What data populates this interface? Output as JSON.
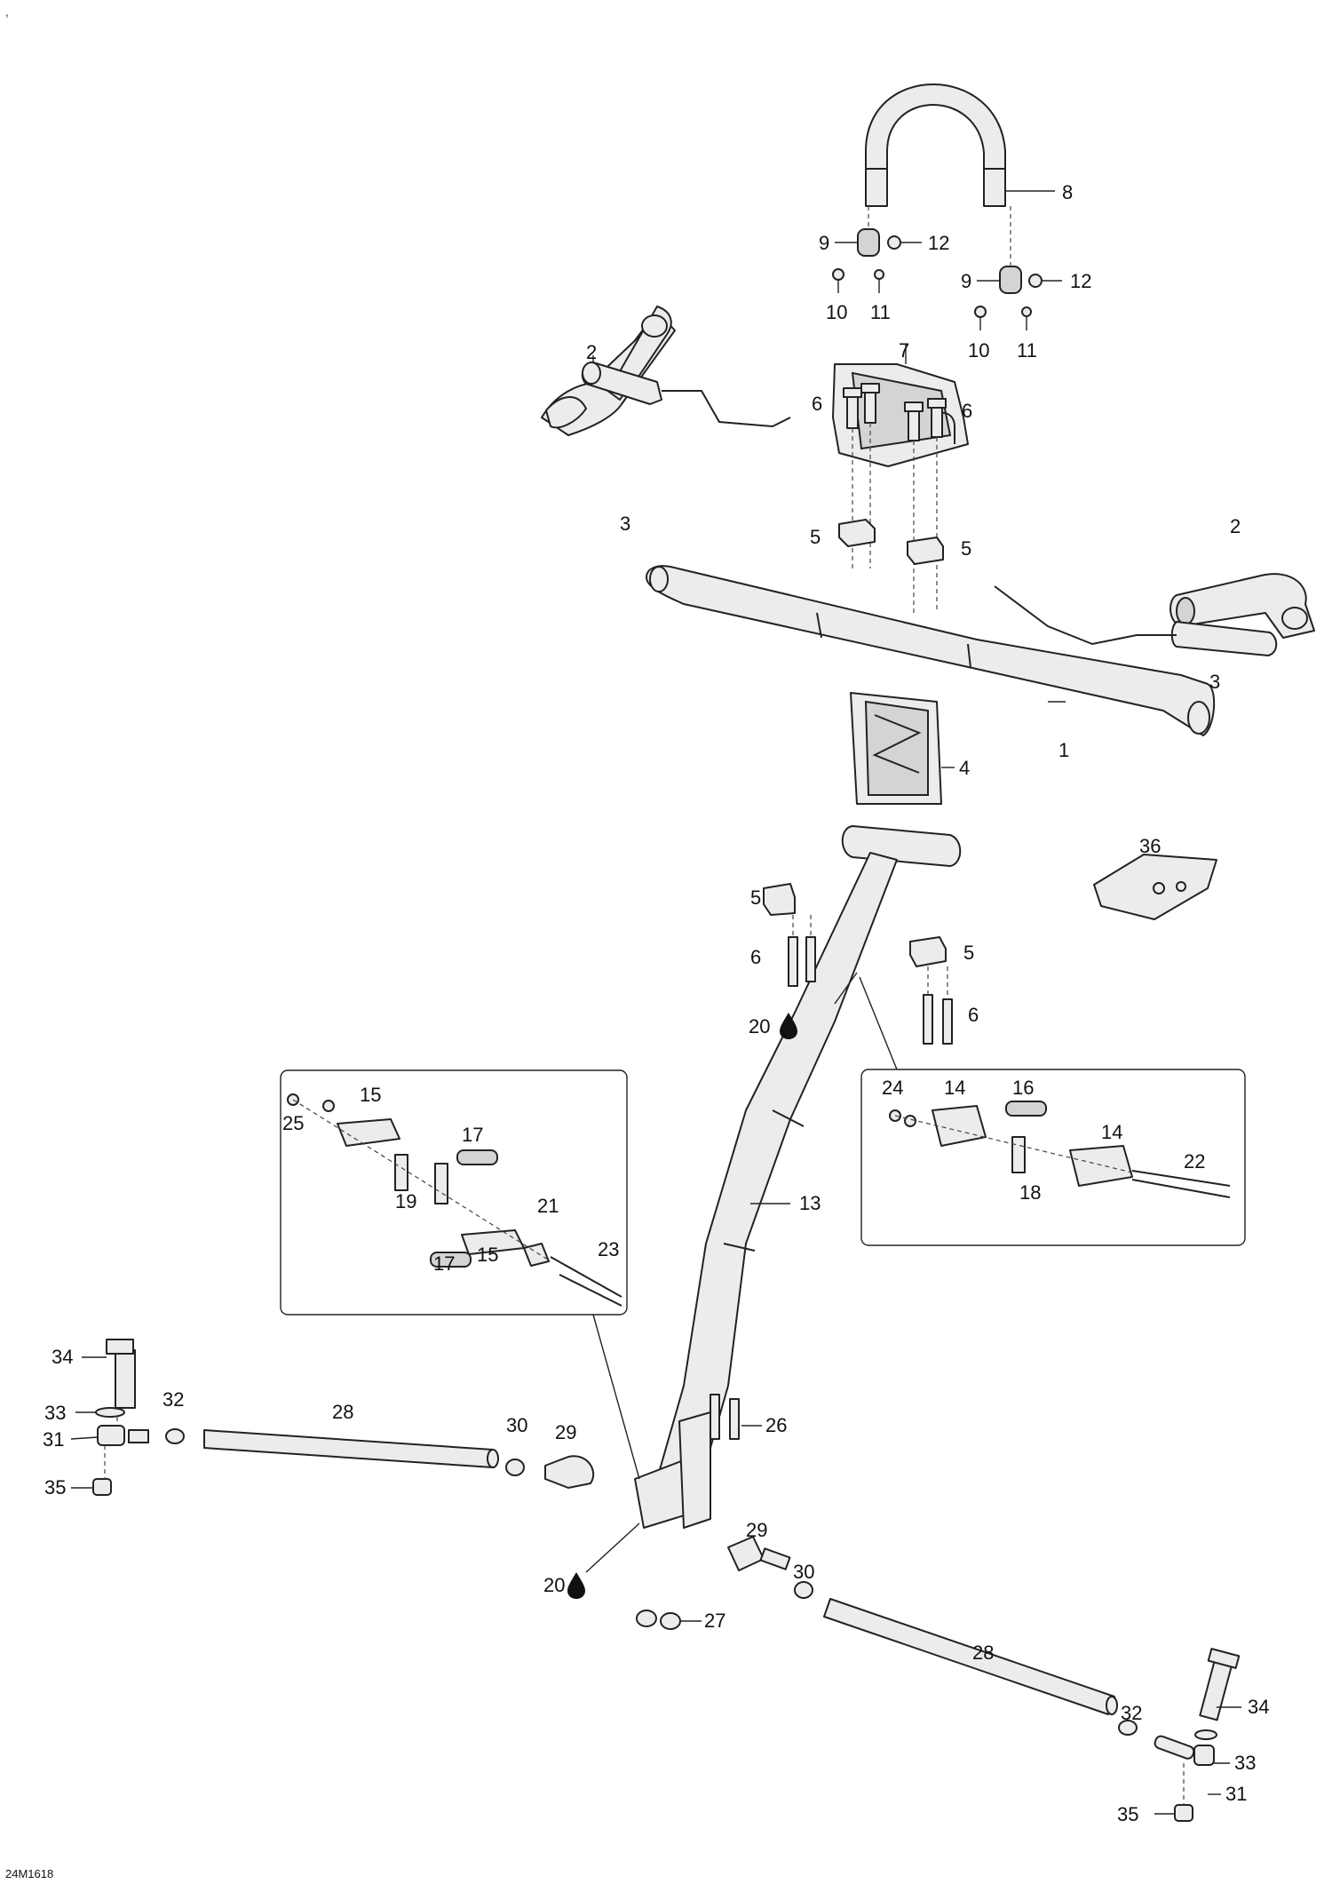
{
  "corner_mark": ",",
  "diagram_code": "24M1618",
  "callouts": [
    {
      "id": "c8",
      "text": "8"
    },
    {
      "id": "c9a",
      "text": "9"
    },
    {
      "id": "c12a",
      "text": "12"
    },
    {
      "id": "c10a",
      "text": "10"
    },
    {
      "id": "c11a",
      "text": "11"
    },
    {
      "id": "c9b",
      "text": "9"
    },
    {
      "id": "c12b",
      "text": "12"
    },
    {
      "id": "c10b",
      "text": "10"
    },
    {
      "id": "c11b",
      "text": "11"
    },
    {
      "id": "c2a",
      "text": "2"
    },
    {
      "id": "c7",
      "text": "7"
    },
    {
      "id": "c3a",
      "text": "3"
    },
    {
      "id": "c6a",
      "text": "6"
    },
    {
      "id": "c6b",
      "text": "6"
    },
    {
      "id": "c5a",
      "text": "5"
    },
    {
      "id": "c5b",
      "text": "5"
    },
    {
      "id": "c2b",
      "text": "2"
    },
    {
      "id": "c3b",
      "text": "3"
    },
    {
      "id": "c1",
      "text": "1"
    },
    {
      "id": "c4",
      "text": "4"
    },
    {
      "id": "c36",
      "text": "36"
    },
    {
      "id": "c5c",
      "text": "5"
    },
    {
      "id": "c5d",
      "text": "5"
    },
    {
      "id": "c6c",
      "text": "6"
    },
    {
      "id": "c6d",
      "text": "6"
    },
    {
      "id": "c20a",
      "text": "20"
    },
    {
      "id": "c15a",
      "text": "15"
    },
    {
      "id": "c25",
      "text": "25"
    },
    {
      "id": "c17a",
      "text": "17"
    },
    {
      "id": "c19",
      "text": "19"
    },
    {
      "id": "c21",
      "text": "21"
    },
    {
      "id": "c15b",
      "text": "15"
    },
    {
      "id": "c17b",
      "text": "17"
    },
    {
      "id": "c23",
      "text": "23"
    },
    {
      "id": "c24",
      "text": "24"
    },
    {
      "id": "c14a",
      "text": "14"
    },
    {
      "id": "c16",
      "text": "16"
    },
    {
      "id": "c14b",
      "text": "14"
    },
    {
      "id": "c22",
      "text": "22"
    },
    {
      "id": "c18",
      "text": "18"
    },
    {
      "id": "c13",
      "text": "13"
    },
    {
      "id": "c34a",
      "text": "34"
    },
    {
      "id": "c33a",
      "text": "33"
    },
    {
      "id": "c32a",
      "text": "32"
    },
    {
      "id": "c28a",
      "text": "28"
    },
    {
      "id": "c31a",
      "text": "31"
    },
    {
      "id": "c30a",
      "text": "30"
    },
    {
      "id": "c29a",
      "text": "29"
    },
    {
      "id": "c35a",
      "text": "35"
    },
    {
      "id": "c26",
      "text": "26"
    },
    {
      "id": "c29b",
      "text": "29"
    },
    {
      "id": "c30b",
      "text": "30"
    },
    {
      "id": "c20b",
      "text": "20"
    },
    {
      "id": "c27",
      "text": "27"
    },
    {
      "id": "c28b",
      "text": "28"
    },
    {
      "id": "c32b",
      "text": "32"
    },
    {
      "id": "c34b",
      "text": "34"
    },
    {
      "id": "c33b",
      "text": "33"
    },
    {
      "id": "c31b",
      "text": "31"
    },
    {
      "id": "c35b",
      "text": "35"
    }
  ]
}
